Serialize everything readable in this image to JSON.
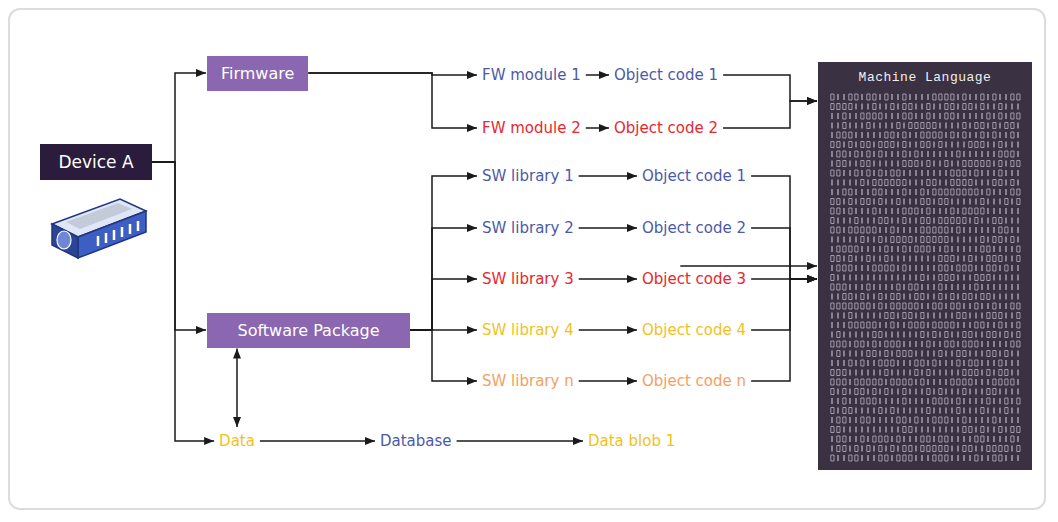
{
  "diagram": {
    "nodes": [
      {
        "text": [
          "Device A"
        ]
      },
      {
        "text": [
          "Firmware"
        ]
      },
      {
        "text": [
          "Software Package"
        ]
      },
      {
        "text": [
          "Data"
        ]
      },
      {
        "text": [
          "FW module 1"
        ]
      },
      {
        "text": [
          "Object code 1"
        ]
      },
      {
        "text": [
          "FW module 2"
        ]
      },
      {
        "text": [
          "Object code 2"
        ]
      },
      {
        "text": [
          "SW library 1"
        ]
      },
      {
        "text": [
          "Object code 1"
        ]
      },
      {
        "text": [
          "SW library 2"
        ]
      },
      {
        "text": [
          "Object code 2"
        ]
      },
      {
        "text": [
          "SW library 3"
        ]
      },
      {
        "text": [
          "Object code 3"
        ]
      },
      {
        "text": [
          "SW library 4"
        ]
      },
      {
        "text": [
          "Object code 4"
        ]
      },
      {
        "text": [
          "SW library n"
        ]
      },
      {
        "text": [
          "Object code n"
        ]
      },
      {
        "text": [
          "Database"
        ]
      },
      {
        "text": [
          "Data blob 1"
        ]
      },
      {
        "text": [
          "Machine Language"
        ]
      }
    ],
    "edges": [
      {
        "from": 0,
        "to": 1,
        "arrow": "to"
      },
      {
        "from": 0,
        "to": 2,
        "arrow": "to"
      },
      {
        "from": 0,
        "to": 3,
        "arrow": "to"
      },
      {
        "from": 1,
        "to": 4,
        "arrow": "to"
      },
      {
        "from": 1,
        "to": 6,
        "arrow": "to"
      },
      {
        "from": 4,
        "to": 5,
        "arrow": "to"
      },
      {
        "from": 6,
        "to": 7,
        "arrow": "to"
      },
      {
        "from": 5,
        "to": 20,
        "arrow": "to"
      },
      {
        "from": 7,
        "to": 20,
        "arrow": "to"
      },
      {
        "from": 2,
        "to": 8,
        "arrow": "to"
      },
      {
        "from": 2,
        "to": 10,
        "arrow": "to"
      },
      {
        "from": 2,
        "to": 12,
        "arrow": "to"
      },
      {
        "from": 2,
        "to": 14,
        "arrow": "to"
      },
      {
        "from": 2,
        "to": 16,
        "arrow": "to"
      },
      {
        "from": 8,
        "to": 9,
        "arrow": "to"
      },
      {
        "from": 10,
        "to": 11,
        "arrow": "to"
      },
      {
        "from": 12,
        "to": 13,
        "arrow": "to"
      },
      {
        "from": 14,
        "to": 15,
        "arrow": "to"
      },
      {
        "from": 16,
        "to": 17,
        "arrow": "to"
      },
      {
        "from": 9,
        "to": 20,
        "arrow": "to"
      },
      {
        "from": 11,
        "to": 20,
        "arrow": "to"
      },
      {
        "from": 13,
        "to": 20,
        "arrow": "to"
      },
      {
        "from": 15,
        "to": 20,
        "arrow": "to"
      },
      {
        "from": 17,
        "to": 20,
        "arrow": "to"
      },
      {
        "from": 2,
        "to": 3,
        "arrow": "both"
      },
      {
        "from": 3,
        "to": 18,
        "arrow": "to"
      },
      {
        "from": 18,
        "to": 19,
        "arrow": "to"
      },
      {
        "from": 19,
        "to": 20,
        "arrow": "to"
      }
    ]
  }
}
